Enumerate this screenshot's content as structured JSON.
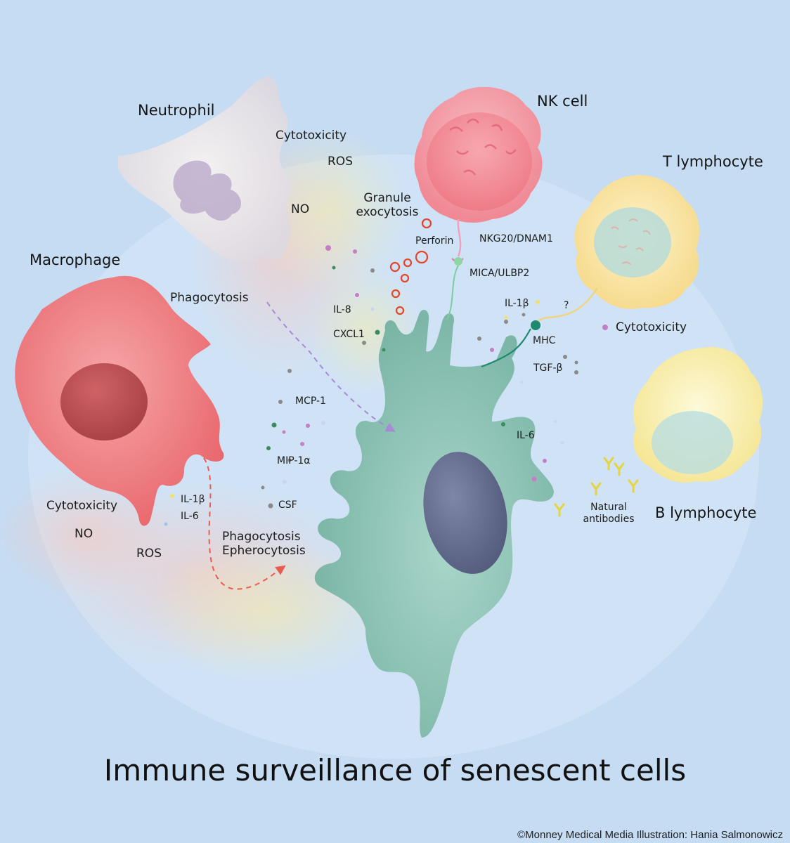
{
  "title": "Immune surveillance of senescent cells",
  "credit": "©Monney Medical Media Illustration: Hania Salmonowicz",
  "cells": {
    "neutrophil": "Neutrophil",
    "nk_cell": "NK cell",
    "t_lymphocyte": "T lymphocyte",
    "macrophage": "Macrophage",
    "b_lymphocyte": "B lymphocyte"
  },
  "neutrophil_labels": {
    "cytotoxicity": "Cytotoxicity",
    "ros": "ROS",
    "no": "NO",
    "phagocytosis": "Phagocytosis"
  },
  "nk_labels": {
    "granule": "Granule",
    "exocytosis": "exocytosis",
    "perforin": "Perforin",
    "receptor": "NKG20/DNAM1",
    "ligand": "MICA/ULBP2"
  },
  "t_labels": {
    "il1b": "IL-1β",
    "question": "?",
    "mhc": "MHC",
    "cytotoxicity": "Cytotoxicity",
    "tgfb": "TGF-β"
  },
  "secreted_factors": {
    "il8": "IL-8",
    "cxcl1": "CXCL1",
    "mcp1": "MCP-1",
    "mip1a": "MIP-1α",
    "csf": "CSF",
    "il6": "IL-6"
  },
  "macrophage_labels": {
    "cytotoxicity": "Cytotoxicity",
    "no": "NO",
    "ros": "ROS",
    "il1b": "IL-1β",
    "il6": "IL-6",
    "phagocytosis": "Phagocytosis",
    "epherocytosis": "Epherocytosis"
  },
  "b_labels": {
    "natural": "Natural",
    "antibodies": "antibodies"
  },
  "colors": {
    "background": "#c5dcf3",
    "senescent_cell": "#8fc6b8",
    "macrophage": "#ef7a7e",
    "nk_cell": "#f49aa6",
    "neutrophil": "#ece9ea",
    "t_lymphocyte": "#fbeb9c",
    "b_lymphocyte": "#fcf2b0",
    "perforin": "#e2492c",
    "arrow_purple": "#a58ad6",
    "arrow_red": "#ea5a4e"
  }
}
